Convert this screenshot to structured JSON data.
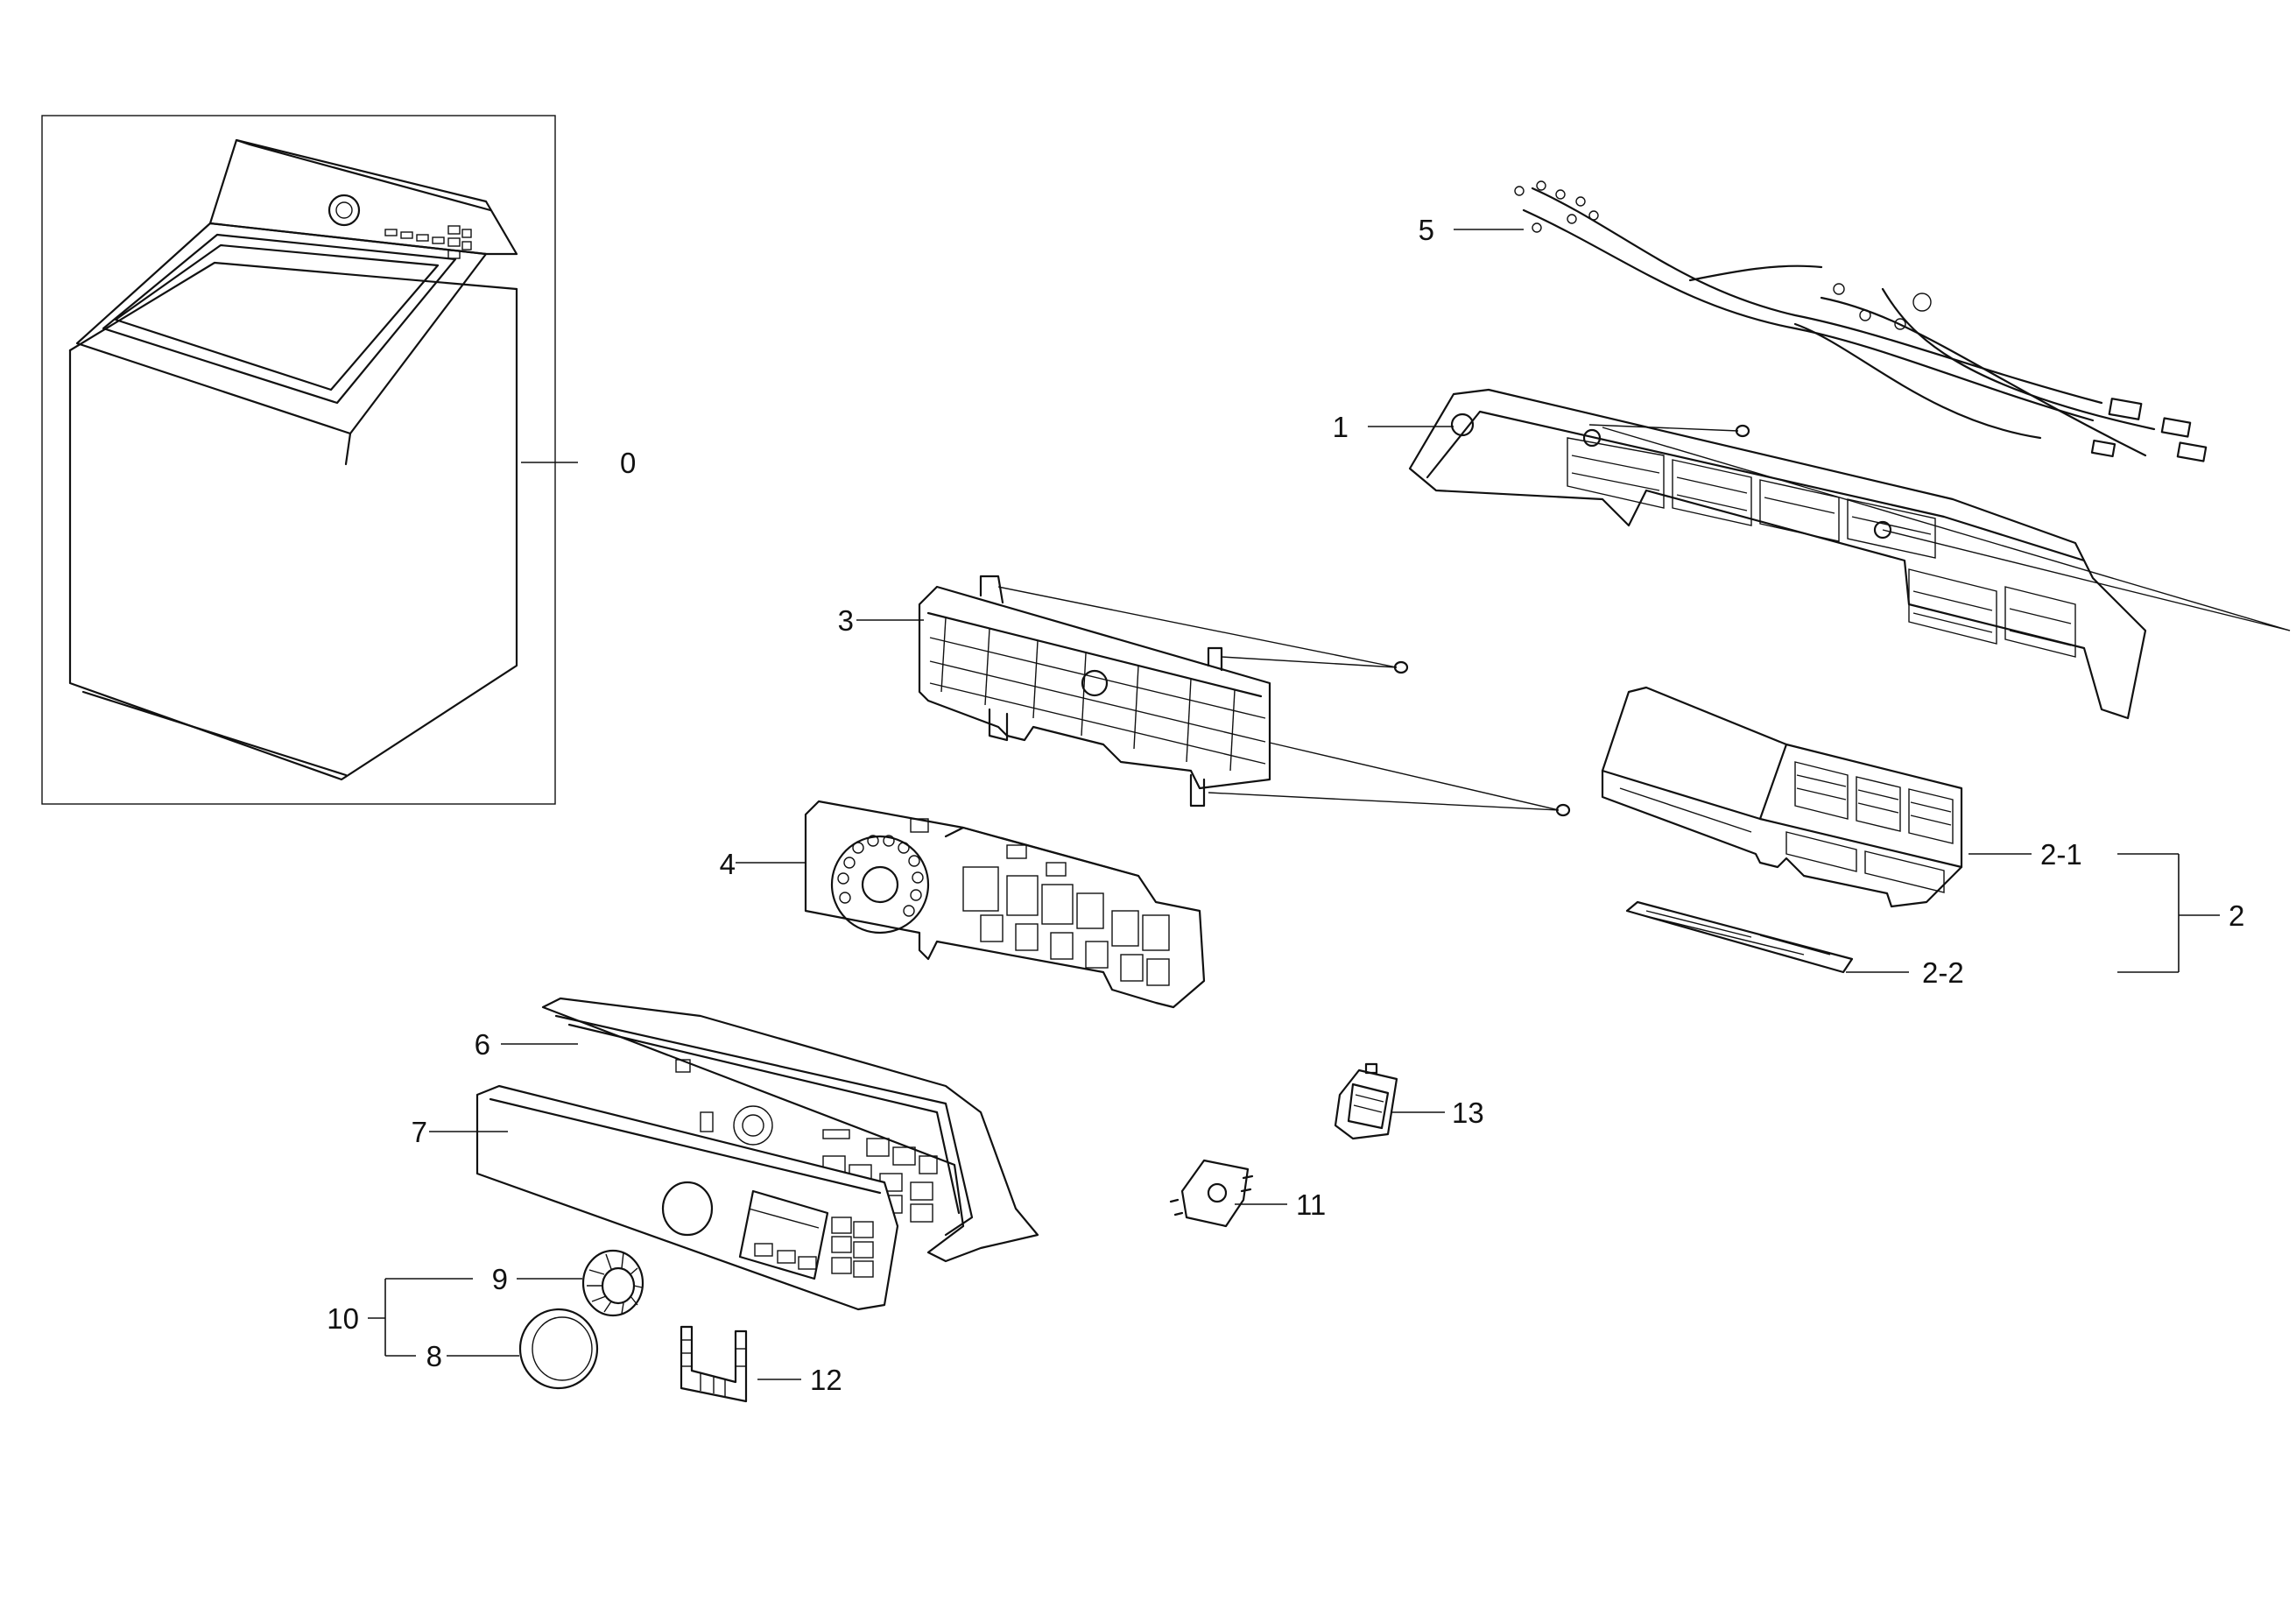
{
  "labels": {
    "l0": "0",
    "l1": "1",
    "l2": "2",
    "l2_1": "2-1",
    "l2_2": "2-2",
    "l3": "3",
    "l4": "4",
    "l5": "5",
    "l6": "6",
    "l7": "7",
    "l8": "8",
    "l9": "9",
    "l10": "10",
    "l11": "11",
    "l12": "12",
    "l13": "13"
  }
}
